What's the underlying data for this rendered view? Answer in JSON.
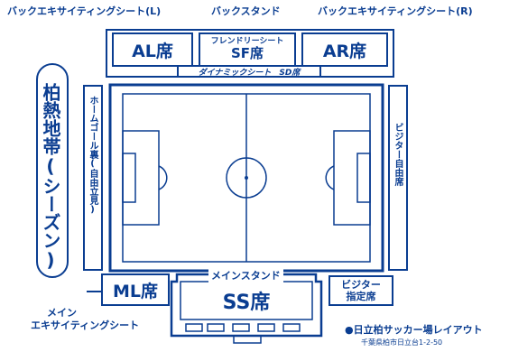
{
  "top": {
    "back_exciting_left": "バックエキサイティングシート(L)",
    "back_stand": "バックスタンド",
    "back_exciting_right": "バックエキサイティングシート(R)"
  },
  "seats": {
    "al": "AL席",
    "sf_line1": "フレンドリーシート",
    "sf_line2": "SF席",
    "ar": "AR席",
    "sd": "ダイナミックシート　SD席",
    "home_goal": "ホームゴール裏(自由立見)",
    "visitor_free": "ビジター自由席",
    "main_stand": "メインスタンド",
    "ml": "ML席",
    "ss": "SS席",
    "visitor_reserved_line1": "ビジター",
    "visitor_reserved_line2": "指定席",
    "main_exciting_line1": "メイン",
    "main_exciting_line2": "エキサイティングシート"
  },
  "badge": {
    "text": "柏熱地帯(シーズン)"
  },
  "footer": {
    "title": "●日立柏サッカー場レイアウト",
    "address": "千葉県柏市日立台1-2-50"
  },
  "colors": {
    "primary": "#0a3d91"
  }
}
